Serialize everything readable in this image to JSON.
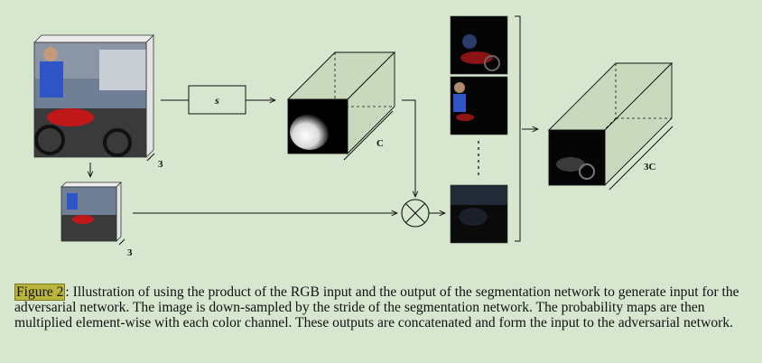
{
  "figure": {
    "depth_input": "3",
    "depth_downsampled": "3",
    "seg_net_symbol": "s",
    "depth_prob_maps": "C",
    "depth_output": "3C"
  },
  "caption": {
    "ref": "Figure 2",
    "text": ": Illustration of using the product of the RGB input and the output of the segmentation network to generate input for the adversarial network. The image is down-sampled by the stride of the segmentation network. The probability maps are then multiplied element-wise with each color channel. These outputs are concatenated and form the input to the adversarial network."
  },
  "colors": {
    "background": "#d6e6cf",
    "highlight": "#b9b53d"
  }
}
